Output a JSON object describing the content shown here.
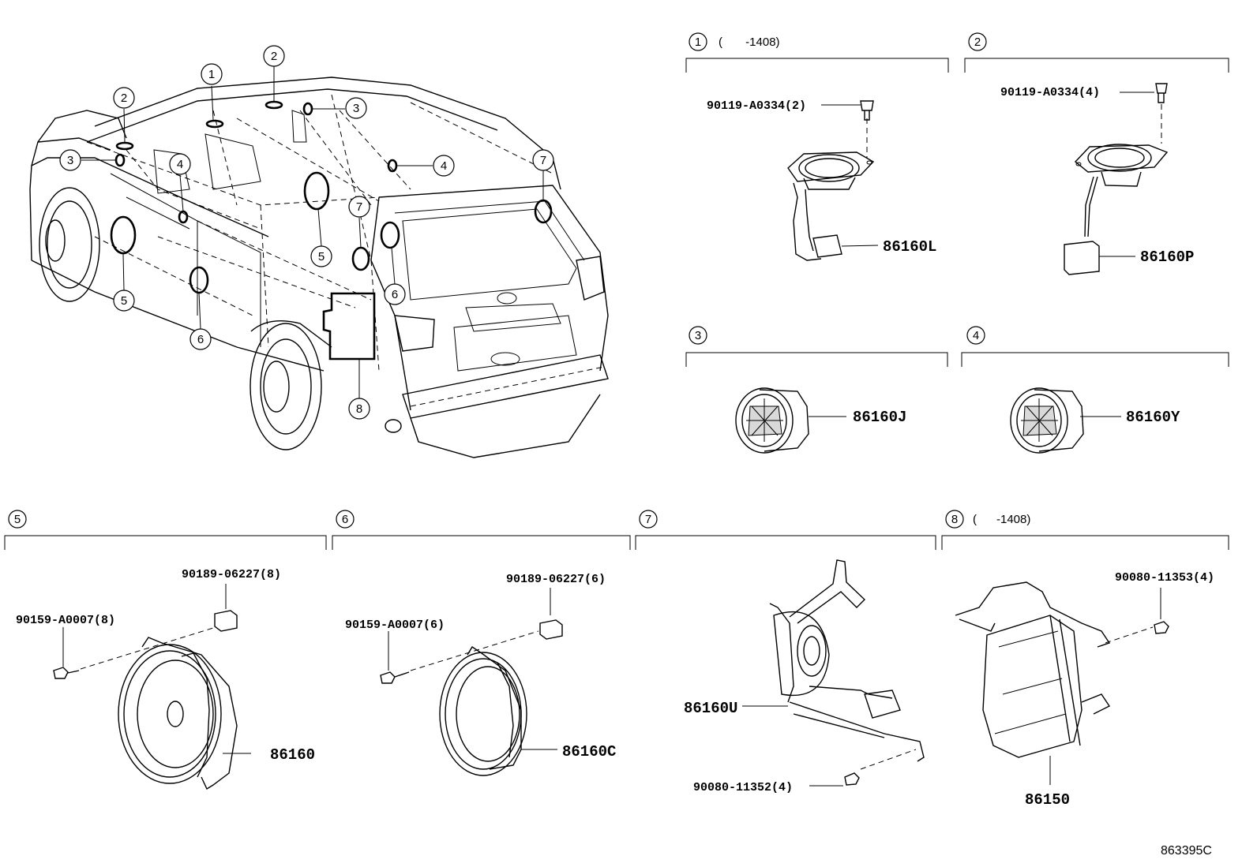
{
  "sections": [
    {
      "num": "1",
      "range": "(       -1408)"
    },
    {
      "num": "2",
      "range": ""
    },
    {
      "num": "3",
      "range": ""
    },
    {
      "num": "4",
      "range": ""
    },
    {
      "num": "5",
      "range": ""
    },
    {
      "num": "6",
      "range": ""
    },
    {
      "num": "7",
      "range": ""
    },
    {
      "num": "8",
      "range": "(      -1408)"
    }
  ],
  "parts": {
    "p86160L": "86160L",
    "p86160P": "86160P",
    "p86160J": "86160J",
    "p86160Y": "86160Y",
    "p86160": "86160",
    "p86160C": "86160C",
    "p86160U": "86160U",
    "p86150": "86150"
  },
  "refs": {
    "screw1": "90119-A0334(2)",
    "screw2": "90119-A0334(4)",
    "clip5": "90189-06227(8)",
    "screw5": "90159-A0007(8)",
    "clip6": "90189-06227(6)",
    "screw6": "90159-A0007(6)",
    "bolt7": "90080-11352(4)",
    "bolt8": "90080-11353(4)"
  },
  "vehicle_callouts": [
    "1",
    "2",
    "2",
    "3",
    "3",
    "4",
    "4",
    "5",
    "5",
    "6",
    "6",
    "7",
    "7",
    "8"
  ],
  "diagram_code": "863395C"
}
